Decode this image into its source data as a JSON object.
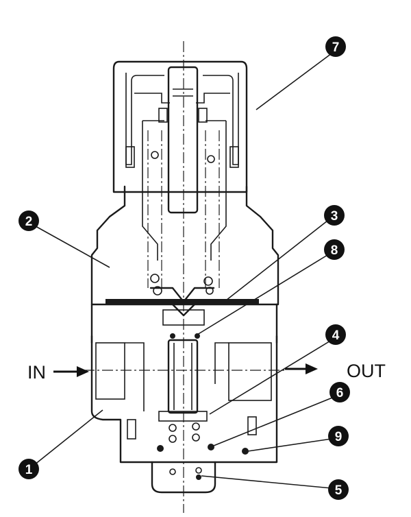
{
  "ports": {
    "inlet": "IN",
    "outlet": "OUT"
  },
  "callouts": [
    "7",
    "2",
    "3",
    "8",
    "4",
    "6",
    "9",
    "1",
    "5"
  ],
  "colors": {
    "line": "#1a1a1a",
    "badge": "#111111",
    "background": "#ffffff"
  }
}
